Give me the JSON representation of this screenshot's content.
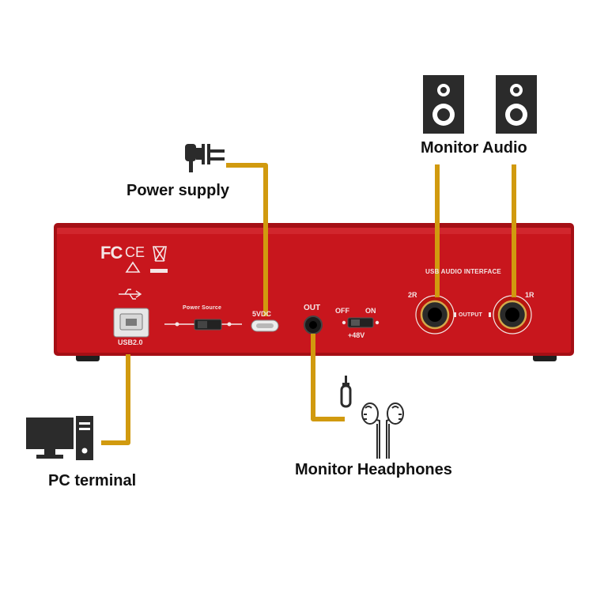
{
  "labels": {
    "power_supply": "Power supply",
    "monitor_audio": "Monitor Audio",
    "pc_terminal": "PC terminal",
    "monitor_headphones": "Monitor Headphones"
  },
  "panel": {
    "usb_label": "USB2.0",
    "power_source": "Power Source",
    "dc_label": "5VDC",
    "out_label": "OUT",
    "off_label": "OFF",
    "on_label": "ON",
    "phantom_label": "+48V",
    "interface_label": "USB AUDIO INTERFACE",
    "output_label": "OUTPUT",
    "jack_2r": "2R",
    "jack_1r": "1R",
    "fc_mark": "FC",
    "ce_mark": "CE"
  },
  "colors": {
    "device_red": "#c8161d",
    "cable_gold": "#d19a0f",
    "icon_dark": "#2b2b2b"
  },
  "icons": [
    "power-plug-icon",
    "speaker-icon",
    "computer-icon",
    "earphones-icon",
    "headphone-jack-icon"
  ]
}
